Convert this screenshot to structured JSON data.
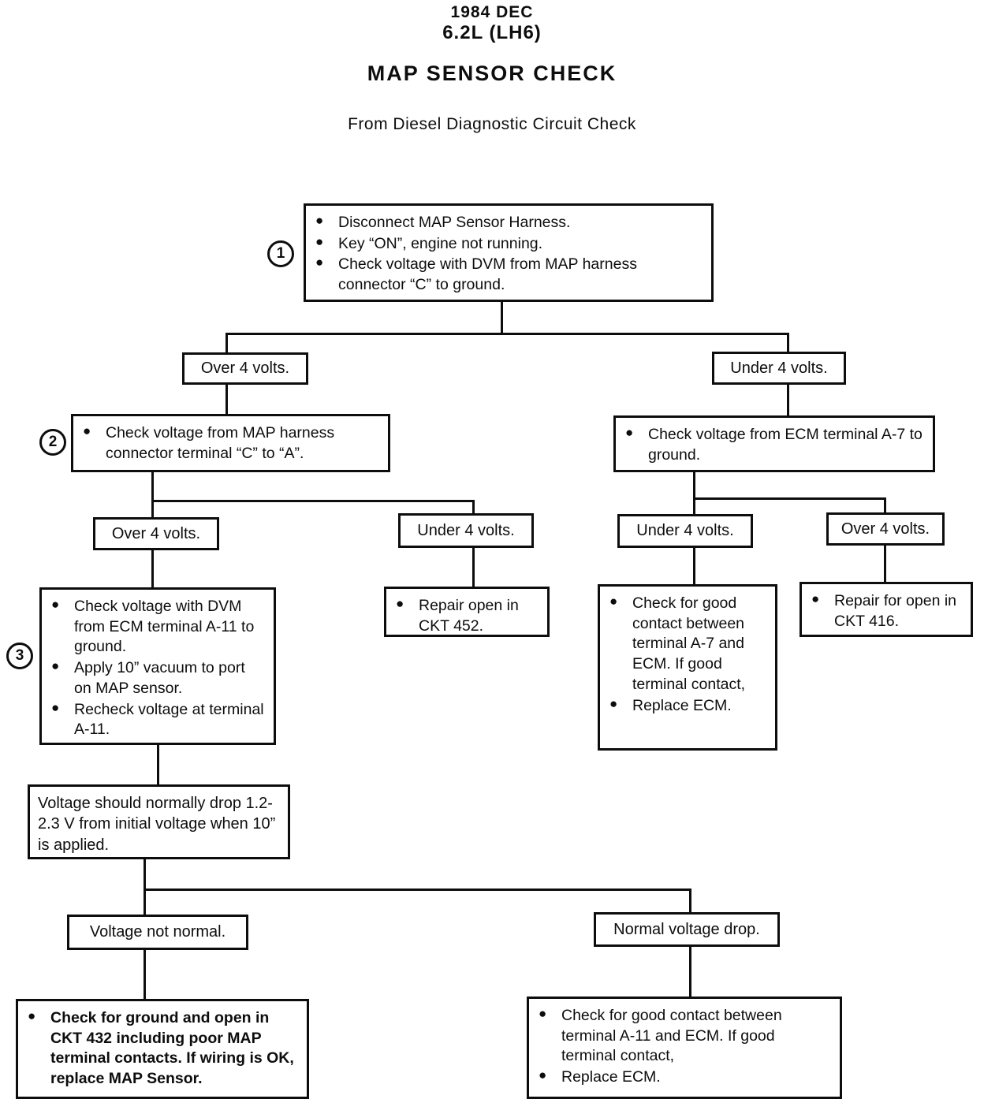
{
  "header": {
    "date": "1984 DEC",
    "engine": "6.2L (LH6)",
    "title": "MAP SENSOR CHECK",
    "subtitle": "From Diesel Diagnostic Circuit Check"
  },
  "colors": {
    "ink": "#0d0d0d",
    "paper": "#ffffff"
  },
  "nodes": {
    "step1": {
      "number": "1",
      "bullets": [
        "Disconnect MAP Sensor Harness.",
        "Key “ON”, engine not running.",
        "Check voltage with DVM from MAP harness connector “C” to ground."
      ]
    },
    "over4_row1": {
      "label": "Over 4 volts."
    },
    "under4_row1": {
      "label": "Under 4 volts."
    },
    "step2": {
      "number": "2",
      "bullets": [
        "Check voltage from MAP harness connector terminal “C” to “A”."
      ]
    },
    "ecm_a7": {
      "bullets": [
        "Check voltage from ECM terminal A-7 to ground."
      ]
    },
    "over4_row2_left": {
      "label": "Over 4 volts."
    },
    "under4_row2_left": {
      "label": "Under 4 volts."
    },
    "under4_row2_right": {
      "label": "Under 4 volts."
    },
    "over4_row2_right": {
      "label": "Over 4 volts."
    },
    "step3": {
      "number": "3",
      "bullets": [
        "Check voltage with DVM from ECM terminal A-11 to ground.",
        "Apply 10” vacuum to port on MAP sensor.",
        "Recheck voltage at terminal A-11."
      ]
    },
    "repair_ckt452": {
      "bullets": [
        "Repair open in CKT 452."
      ]
    },
    "a7_contact": {
      "bullets": [
        "Check for good contact between terminal A-7 and ECM. If good terminal contact,",
        "Replace ECM."
      ]
    },
    "repair_ckt416": {
      "bullets": [
        "Repair for open in CKT 416."
      ]
    },
    "voltage_note": {
      "text": "Voltage should normally drop 1.2-2.3 V from initial voltage when 10” is applied."
    },
    "voltage_not_normal": {
      "label": "Voltage not normal."
    },
    "normal_voltage_drop": {
      "label": "Normal voltage drop."
    },
    "ckt432_fix": {
      "bullets": [
        "Check for ground and open in CKT 432 including poor MAP terminal contacts. If wiring is OK, replace MAP Sensor."
      ]
    },
    "a11_contact": {
      "bullets": [
        "Check for good contact between terminal A-11 and ECM. If good terminal contact,",
        "Replace ECM."
      ]
    }
  }
}
